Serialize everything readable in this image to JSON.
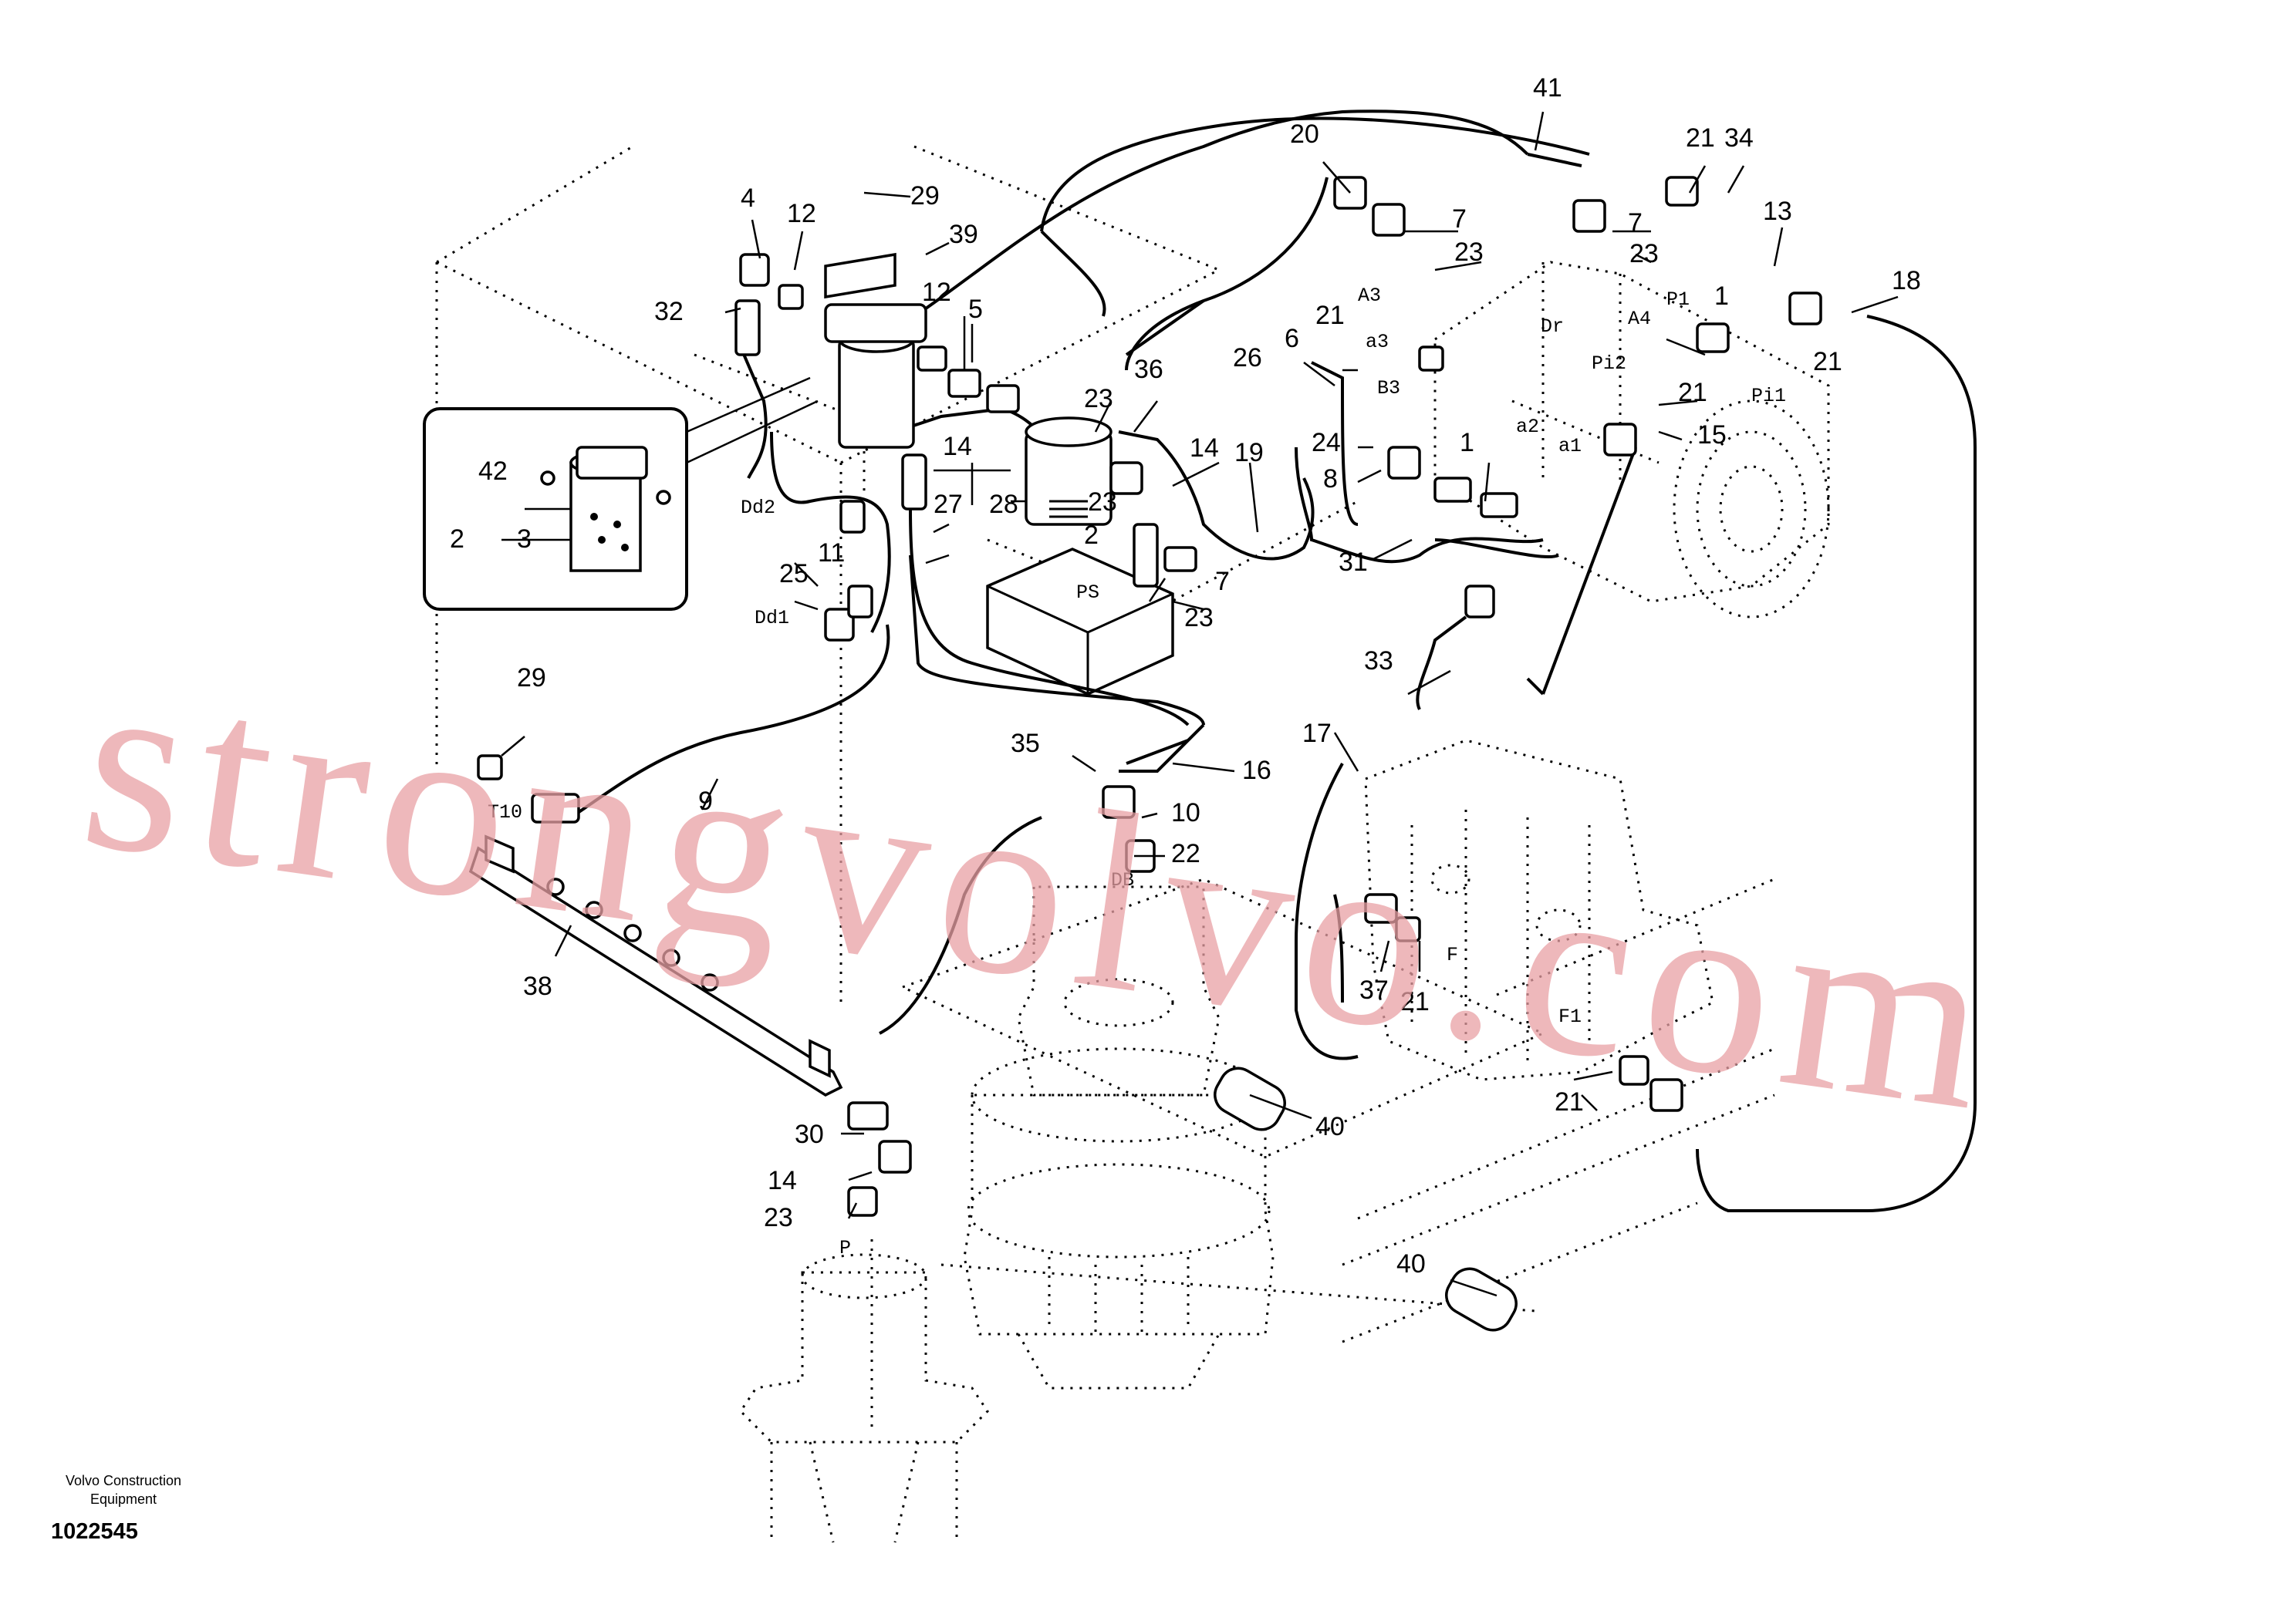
{
  "callouts": [
    "41",
    "20",
    "21",
    "34",
    "13",
    "18",
    "4",
    "12",
    "29",
    "39",
    "32",
    "5",
    "7",
    "23",
    "1",
    "36",
    "6",
    "26",
    "24",
    "8",
    "14",
    "19",
    "15",
    "42",
    "27",
    "28",
    "2",
    "3",
    "25",
    "11",
    "31",
    "33",
    "17",
    "35",
    "16",
    "10",
    "22",
    "9",
    "37",
    "38",
    "30",
    "40"
  ],
  "ports": [
    "A3",
    "Dr",
    "P1",
    "A4",
    "Pi2",
    "Pi1",
    "a3",
    "B3",
    "a2",
    "a1",
    "Dd2",
    "Dd1",
    "PS",
    "T10",
    "DB",
    "F",
    "F1",
    "P"
  ],
  "watermark": "strongvolvo.com",
  "footer": {
    "maker_line1": "Volvo Construction",
    "maker_line2": "Equipment",
    "code": "1022545"
  }
}
